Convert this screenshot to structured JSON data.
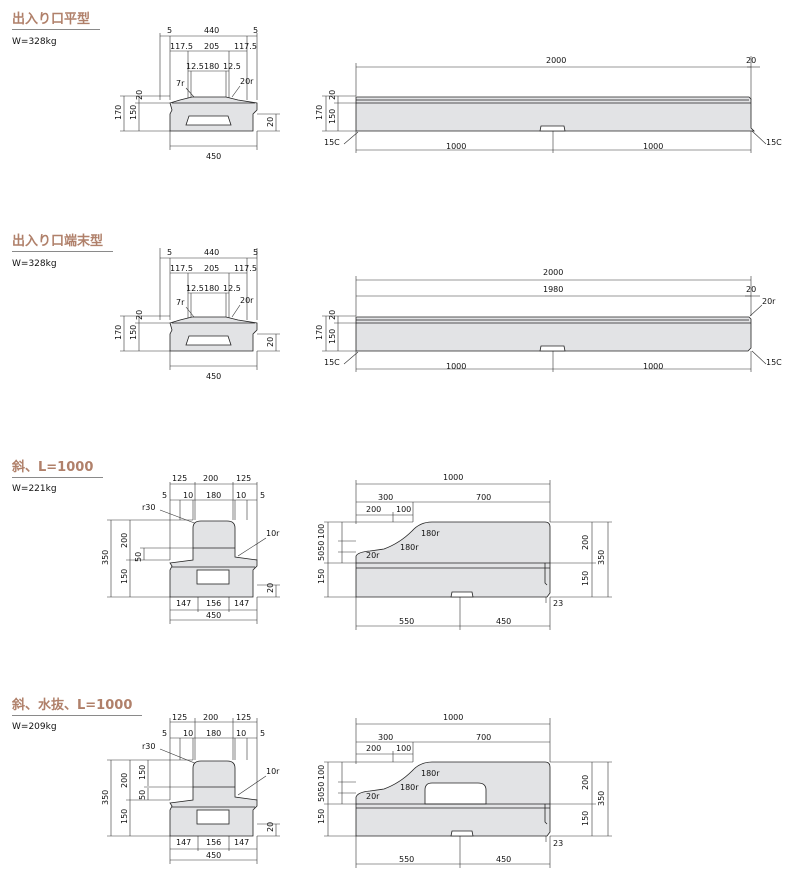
{
  "sections": [
    {
      "title": "出入り口平型",
      "weight": "W=328kg",
      "front_dims": {
        "top_left": "5",
        "top_mid": "440",
        "top_right": "5",
        "row2_left": "117.5",
        "row2_mid": "205",
        "row2_right": "117.5",
        "row3_left": "12.5",
        "row3_mid": "180",
        "row3_right": "12.5",
        "radius_left": "7r",
        "radius_right": "20r",
        "top_thk": "20",
        "total_h": "170",
        "body_h": "150",
        "foot_h": "20",
        "width": "450"
      },
      "side_dims": {
        "length": "2000",
        "end": "20",
        "top_thk": "20",
        "total_h": "170",
        "body_h": "150",
        "chamfer_left": "15C",
        "chamfer_right": "15C",
        "half_left": "1000",
        "half_right": "1000"
      }
    },
    {
      "title": "出入り口端末型",
      "weight": "W=328kg",
      "front_dims": {
        "top_left": "5",
        "top_mid": "440",
        "top_right": "5",
        "row2_left": "117.5",
        "row2_mid": "205",
        "row2_right": "117.5",
        "row3_left": "12.5",
        "row3_mid": "180",
        "row3_right": "12.5",
        "radius_left": "7r",
        "radius_right": "20r",
        "top_thk": "20",
        "total_h": "170",
        "body_h": "150",
        "foot_h": "20",
        "width": "450"
      },
      "side_dims": {
        "length": "2000",
        "inner": "1980",
        "end": "20",
        "radius": "20r",
        "top_thk": "20",
        "total_h": "170",
        "body_h": "150",
        "chamfer_left": "15C",
        "chamfer_right": "15C",
        "half_left": "1000",
        "half_right": "1000"
      }
    },
    {
      "title": "斜、L=1000",
      "weight": "W=221kg",
      "front_dims": {
        "t_left": "125",
        "t_mid": "200",
        "t_right": "125",
        "m_a": "5",
        "m_b": "10",
        "m_c": "180",
        "m_d": "10",
        "m_e": "5",
        "radius_top": "r30",
        "radius_side": "10r",
        "total_h": "350",
        "upper_h": "200",
        "h50": "50",
        "lower_h": "150",
        "foot_h": "20",
        "b_left": "147",
        "b_mid": "156",
        "b_right": "147",
        "width": "450"
      },
      "side_dims": {
        "length": "1000",
        "d300": "300",
        "d700": "700",
        "d200": "200",
        "d100": "100",
        "r180a": "180r",
        "r180b": "180r",
        "r20": "20r",
        "v100": "100",
        "v5050": "5050",
        "v150": "150",
        "r200": "200",
        "r350": "350",
        "r150": "150",
        "v23": "23",
        "b550": "550",
        "b450": "450"
      }
    },
    {
      "title": "斜、水抜、L=1000",
      "weight": "W=209kg",
      "front_dims": {
        "t_left": "125",
        "t_mid": "200",
        "t_right": "125",
        "m_a": "5",
        "m_b": "10",
        "m_c": "180",
        "m_d": "10",
        "m_e": "5",
        "radius_top": "r30",
        "radius_side": "10r",
        "total_h": "350",
        "upper_h": "200",
        "upper_h2": "150",
        "h50": "50",
        "lower_h": "150",
        "foot_h": "20",
        "b_left": "147",
        "b_mid": "156",
        "b_right": "147",
        "width": "450"
      },
      "side_dims": {
        "length": "1000",
        "d300": "300",
        "d700": "700",
        "d200": "200",
        "d100": "100",
        "r180a": "180r",
        "r180b": "180r",
        "r20": "20r",
        "v100": "100",
        "v5050": "5050",
        "v150": "150",
        "r200": "200",
        "r350": "350",
        "r150": "150",
        "v23": "23",
        "b550": "550",
        "b450": "450"
      }
    }
  ]
}
